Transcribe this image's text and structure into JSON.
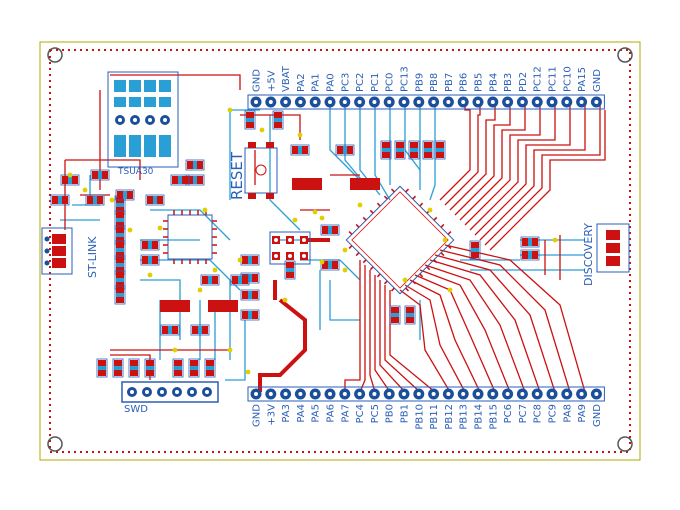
{
  "board": {
    "top_header_pins": [
      "GND",
      "+5V",
      "VBAT",
      "PA2",
      "PA1",
      "PA0",
      "PC3",
      "PC2",
      "PC1",
      "PC0",
      "PC13",
      "PB9",
      "PB8",
      "PB7",
      "PB6",
      "PB5",
      "PB4",
      "PB3",
      "PD2",
      "PC12",
      "PC11",
      "PC10",
      "PA15",
      "GND"
    ],
    "bottom_header_pins": [
      "GND",
      "+3V",
      "PA3",
      "PA4",
      "PA5",
      "PA6",
      "PA7",
      "PC4",
      "PC5",
      "PB0",
      "PB1",
      "PB10",
      "PB11",
      "PB12",
      "PB13",
      "PB14",
      "PB15",
      "PC6",
      "PC7",
      "PC8",
      "PC9",
      "PA8",
      "PA9",
      "GND"
    ],
    "reset_label": "RESET",
    "stlink_label": "ST-LINK",
    "discovery_label": "DISCOVERY",
    "swd_label": "SWD",
    "usb_label": "TSUA30",
    "colors": {
      "top_copper": "#cc1111",
      "bottom_copper": "#2a9fd6",
      "silkscreen": "#2b5fb8",
      "pad_dark": "#1c4f9a",
      "outline": "#b3a800"
    }
  }
}
